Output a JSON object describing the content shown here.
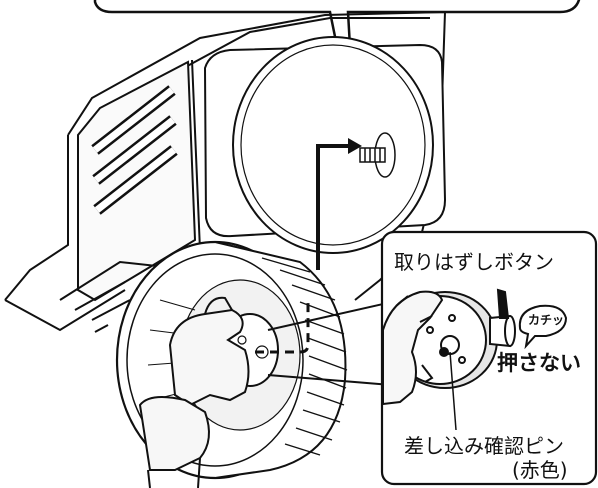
{
  "labels": {
    "release_button": "取りはずしボタン",
    "click_sound": "カチッ",
    "do_not_press": "押さない",
    "insert_pin_line1": "差し込み確認ピン",
    "insert_pin_line2": "(赤色)"
  },
  "colors": {
    "ink": "#111111",
    "fill": "#ffffff",
    "shade": "#e6e6e6",
    "glove": "#f7f7f7"
  },
  "icons": [
    "pointer-arrow-icon",
    "click-burst-icon"
  ]
}
